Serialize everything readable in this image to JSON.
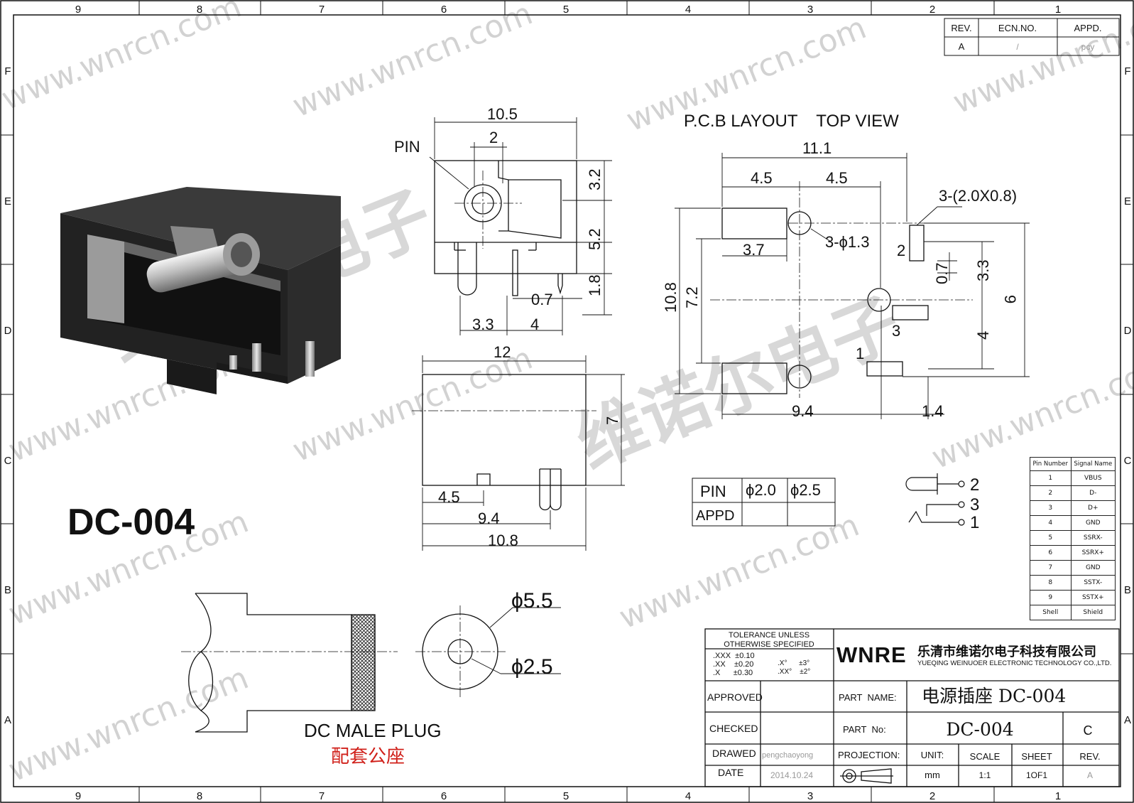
{
  "border": {
    "columns_top": [
      "9",
      "8",
      "7",
      "6",
      "5",
      "4",
      "3",
      "2",
      "1"
    ],
    "columns_bottom": [
      "9",
      "8",
      "7",
      "6",
      "5",
      "4",
      "3",
      "2",
      "1"
    ],
    "rows": [
      "F",
      "E",
      "D",
      "C",
      "B",
      "A"
    ]
  },
  "revision_block": {
    "headers": [
      "REV.",
      "ECN.NO.",
      "APPD."
    ],
    "values": [
      "A",
      "/",
      "pcy"
    ]
  },
  "watermark": {
    "text": "www.wnrcn.com",
    "cn": "维诺尔电子"
  },
  "part_title": "DC-004",
  "front_view": {
    "labels": [
      "10.5",
      "2",
      "PIN",
      "3.2",
      "5.2",
      "1.8",
      "0.7",
      "3.3",
      "4"
    ]
  },
  "side_view": {
    "labels": [
      "12",
      "7",
      "4.5",
      "9.4",
      "10.8"
    ]
  },
  "pcb_layout": {
    "title": "P.C.B LAYOUT    TOP VIEW",
    "labels": [
      "11.1",
      "4.5",
      "4.5",
      "3-(2.0X0.8)",
      "3-ϕ1.3",
      "3.7",
      "2",
      "0.7",
      "3.3",
      "10.8",
      "7.2",
      "9",
      "3",
      "4",
      "1",
      "9.4",
      "1.4"
    ]
  },
  "pin_spec_table": {
    "rows": [
      [
        "PIN",
        "ϕ2.0",
        "ϕ2.5"
      ],
      [
        "APPD",
        "",
        ""
      ]
    ]
  },
  "schematic": {
    "pins": [
      "2",
      "3",
      "1"
    ]
  },
  "plug": {
    "title": "DC MALE PLUG",
    "subtitle": "配套公座",
    "outer_dia": "ϕ5.5",
    "inner_dia": "ϕ2.5"
  },
  "signal_table": {
    "headers": [
      "Pin Number",
      "Signal Name"
    ],
    "rows": [
      [
        "1",
        "VBUS"
      ],
      [
        "2",
        "D-"
      ],
      [
        "3",
        "D+"
      ],
      [
        "4",
        "GND"
      ],
      [
        "5",
        "SSRX-"
      ],
      [
        "6",
        "SSRX+"
      ],
      [
        "7",
        "GND"
      ],
      [
        "8",
        "SSTX-"
      ],
      [
        "9",
        "SSTX+"
      ],
      [
        "Shell",
        "Shield"
      ]
    ]
  },
  "title_block": {
    "tolerance_title_1": "TOLERANCE UNLESS",
    "tolerance_title_2": "OTHERWISE SPECIFIED",
    "tol_xxx": ".XXX  ±0.10",
    "tol_xx": ".XX    ±0.20",
    "tol_x": ".X      ±0.30",
    "ang_x": ".X°      ±3°",
    "ang_xx": ".XX°    ±2°",
    "company_logo": "WNRE",
    "company_cn": "乐清市维诺尔电子科技有限公司",
    "company_en": "YUEQING WEINUOER ELECTRONIC TECHNOLOGY CO.,LTD.",
    "approved_label": "APPROVED",
    "checked_label": "CHECKED",
    "drawed_label": "DRAWED",
    "drawed_value": "pengchaoyong",
    "date_label": "DATE",
    "date_value": "2014.10.24",
    "part_name_label": "PART  NAME:",
    "part_name_value": "电源插座 DC-004",
    "part_no_label": "PART  No:",
    "part_no_value": "DC-004",
    "rev_letter": "C",
    "projection_label": "PROJECTION:",
    "unit_label": "UNIT:",
    "unit_value": "mm",
    "scale_label": "SCALE",
    "scale_value": "1:1",
    "sheet_label": "SHEET",
    "sheet_value": "1OF1",
    "rev_label": "REV.",
    "rev_value": "A"
  },
  "colors": {
    "line": "#111111",
    "subtitle_red": "#d0201a",
    "watermark": "#cfcfcf",
    "body_dark": "#2b2b2b"
  }
}
